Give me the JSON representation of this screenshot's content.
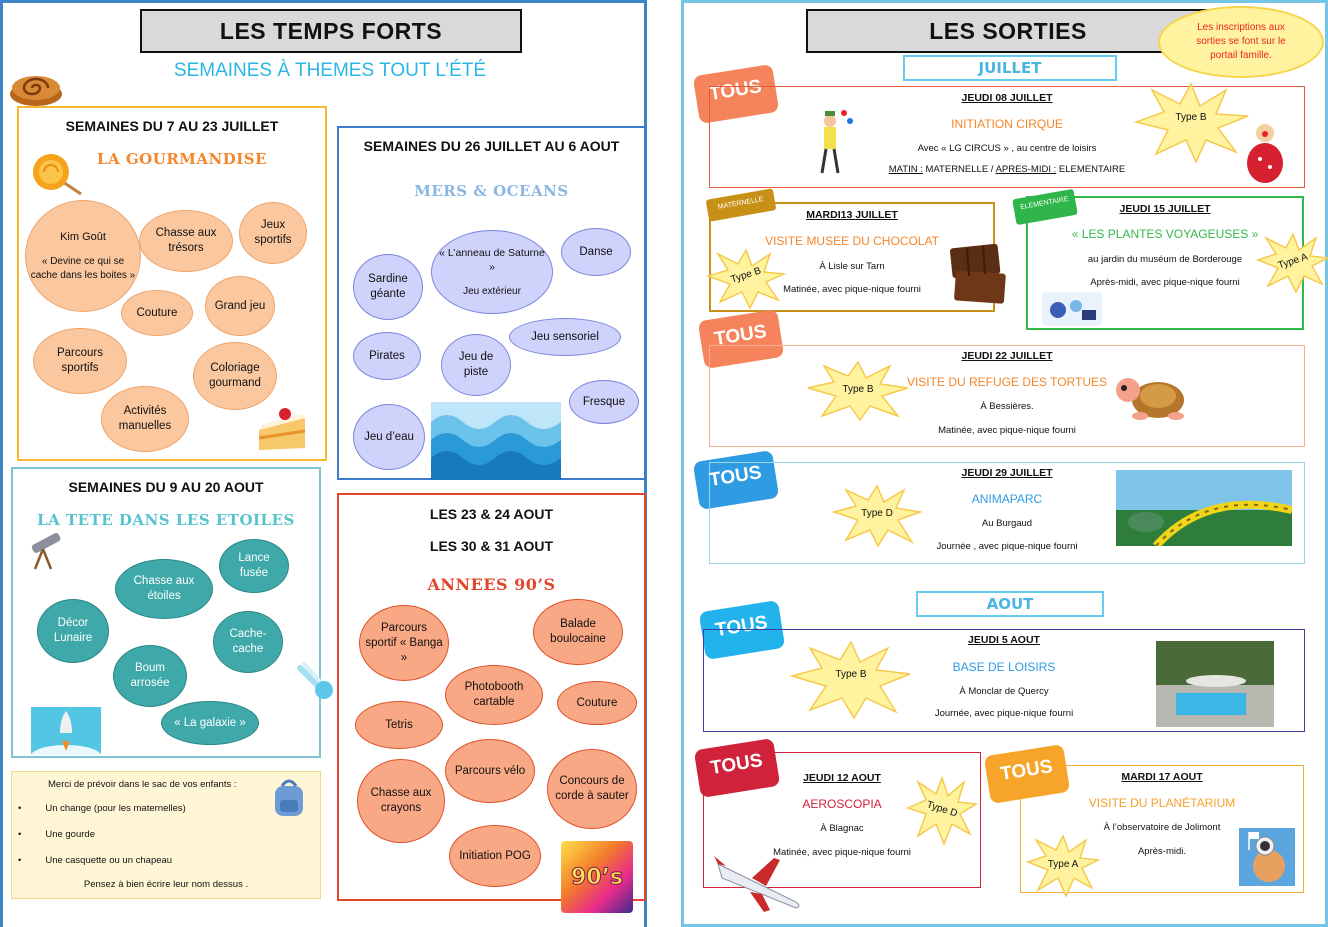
{
  "left": {
    "title": "LES TEMPS FORTS",
    "subtitle": "SEMAINES À THEMES TOUT L’ÉTÉ",
    "week1": {
      "heading": "SEMAINES DU 7 AU 23 JUILLET",
      "theme": "LA GOURMANDISE",
      "bubbles": [
        "Kim Goût",
        "« Devine ce qui se cache dans les boites »",
        "Chasse aux trésors",
        "Jeux sportifs",
        "Grand jeu",
        "Couture",
        "Parcours sportifs",
        "Coloriage gourmand",
        "Activités manuelles"
      ]
    },
    "week2": {
      "heading": "SEMAINES DU 26 JUILLET AU 6 AOUT",
      "theme": "MERS & OCEANS",
      "bubbles": [
        "Sardine géante",
        "« L’anneau de Saturne »",
        "Jeu extérieur",
        "Danse",
        "Pirates",
        "Jeu de piste",
        "Jeu sensoriel",
        "Fresque",
        "Jeu d’eau"
      ]
    },
    "week3": {
      "heading": "SEMAINES DU 9 AU 20 AOUT",
      "theme": "LA TETE DANS LES ETOILES",
      "bubbles": [
        "Lance fusée",
        "Chasse aux étoiles",
        "Décor Lunaire",
        "Cache-cache",
        "Boum arrosée",
        "« La galaxie »"
      ]
    },
    "week4": {
      "heading1": "LES 23 & 24 AOUT",
      "heading2": "LES 30 & 31 AOUT",
      "theme": "ANNEES 90’S",
      "bubbles": [
        "Parcours sportif « Banga »",
        "Balade boulocaine",
        "Photobooth cartable",
        "Couture",
        "Tetris",
        "Parcours vélo",
        "Concours de corde à sauter",
        "Chasse aux crayons",
        "Initiation POG"
      ],
      "badge": "90’s"
    },
    "bag": {
      "intro": "Merci de prévoir dans le sac de vos enfants :",
      "items": [
        "Un change (pour les maternelles)",
        "Une gourde",
        "Une casquette ou un chapeau"
      ],
      "footer": "Pensez à bien écrire leur nom dessus ."
    }
  },
  "right": {
    "title": "LES SORTIES",
    "note": "Les inscriptions aux sorties se font sur le portail famille.",
    "july": "JUILLET",
    "august": "AOUT",
    "tous": "TOUS",
    "tag_maternelle": "MATERNELLE",
    "tag_elementaire": "ELEMENTAIRE",
    "outings": {
      "cirque": {
        "date": "JEUDI 08 JUILLET",
        "title": "INITIATION CIRQUE",
        "place": "Avec « LG CIRCUS » , au centre de loisirs",
        "matin_label": "MATIN :",
        "matin": " MATERNELLE  / ",
        "aprem_label": "APRES-MIDI :",
        "aprem": " ELEMENTAIRE",
        "type": "Type B"
      },
      "chocolat": {
        "date": "MARDI13 JUILLET",
        "title": "VISITE MUSEE DU CHOCOLAT",
        "place": "À Lisle sur Tarn",
        "info": "Matinée, avec pique-nique fourni",
        "type": "Type B"
      },
      "plantes": {
        "date": "JEUDI 15 JUILLET",
        "title": "« LES PLANTES VOYAGEUSES »",
        "place": "au jardin du muséum de Borderouge",
        "info": "Après-midi, avec pique-nique  fourni",
        "type": "Type A"
      },
      "tortues": {
        "date": "JEUDI 22 JUILLET",
        "title": "VISITE DU REFUGE DES TORTUES",
        "place": "À Bessières.",
        "info": "Matinée, avec pique-nique fourni",
        "type": "Type B"
      },
      "animaparc": {
        "date": "JEUDI 29 JUILLET",
        "title": "ANIMAPARC",
        "place": "Au Burgaud",
        "info": "Journée , avec pique-nique fourni",
        "type": "Type D"
      },
      "loisirs": {
        "date": "JEUDI 5 AOUT",
        "title": "BASE DE LOISIRS",
        "place": "À Monclar de Quercy",
        "info": "Journée, avec pique-nique fourni",
        "type": "Type B"
      },
      "aeroscopia": {
        "date": "JEUDI 12 AOUT",
        "title": "AEROSCOPIA",
        "place": "À Blagnac",
        "info": "Matinée, avec pique-nique fourni",
        "type": "Type D"
      },
      "planetarium": {
        "date": "MARDI 17 AOUT",
        "title": "VISITE DU PLANÉTARIUM",
        "place": "À l’observatoire de Jolimont",
        "info": "Après-midi.",
        "type": "Type A"
      }
    }
  },
  "colors": {
    "orange_tous": "#f5835b",
    "blue_tous": "#2e9be3",
    "red_tous": "#d0223a",
    "amber_tous": "#f7a52a",
    "star": "#fff3a0"
  }
}
